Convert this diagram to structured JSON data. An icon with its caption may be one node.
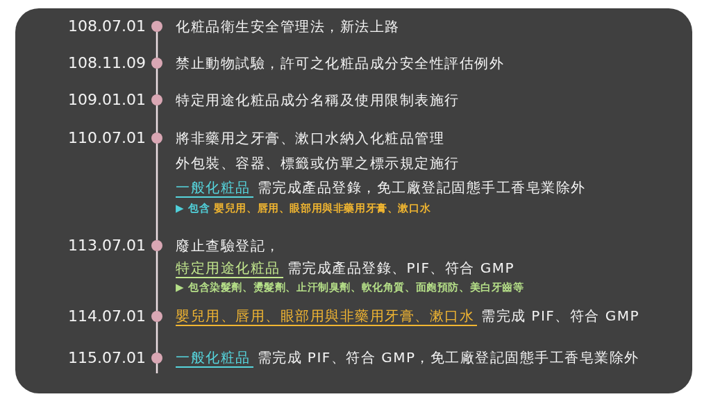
{
  "diagram": {
    "nodes": [
      {
        "text": [],
        "shape": "circle",
        "beside": [
          "108.07.01",
          "化粧品衛生安全管理法，新法上路"
        ]
      },
      {
        "text": [],
        "shape": "circle",
        "beside": [
          "108.11.09",
          "禁止動物試驗，許可之化粧品成分安全性評估例外"
        ]
      },
      {
        "text": [],
        "shape": "circle",
        "beside": [
          "109.01.01",
          "特定用途化粧品成分名稱及使用限制表施行"
        ]
      },
      {
        "text": [],
        "shape": "circle",
        "beside": [
          "110.07.01",
          "將非藥用之牙膏、漱口水納入化粧品管理",
          "外包裝、容器、標籤或仿單之標示規定施行",
          "一般化粧品",
          "需完成產品登錄，免工廠登記固態手工香皂業除外",
          "▶ 包含",
          "嬰兒用、唇用、眼部用與非藥用牙膏、漱口水"
        ]
      },
      {
        "text": [],
        "shape": "circle",
        "beside": [
          "113.07.01",
          "廢止查驗登記，",
          "特定用途化粧品",
          "需完成產品登錄、PIF、符合 GMP",
          "▶ 包含染髮劑、燙髮劑、止汗制臭劑、軟化角質、面皰預防、美白牙齒等"
        ]
      },
      {
        "text": [],
        "shape": "circle",
        "beside": [
          "114.07.01",
          "嬰兒用、唇用、眼部用與非藥用牙膏、漱口水",
          "需完成 PIF、符合 GMP"
        ]
      },
      {
        "text": [],
        "shape": "circle",
        "beside": [
          "115.07.01",
          "一般化粧品",
          "需完成 PIF、符合 GMP，免工廠登記固態手工香皂業除外"
        ]
      }
    ],
    "edges": [
      {
        "from": 0,
        "to": 1,
        "arrow": "none"
      },
      {
        "from": 1,
        "to": 2,
        "arrow": "none"
      },
      {
        "from": 2,
        "to": 3,
        "arrow": "none"
      },
      {
        "from": 3,
        "to": 4,
        "arrow": "none"
      },
      {
        "from": 4,
        "to": 5,
        "arrow": "none"
      },
      {
        "from": 5,
        "to": 6,
        "arrow": "none"
      },
      {
        "from": 6,
        "to": null,
        "arrow": "none"
      }
    ]
  }
}
